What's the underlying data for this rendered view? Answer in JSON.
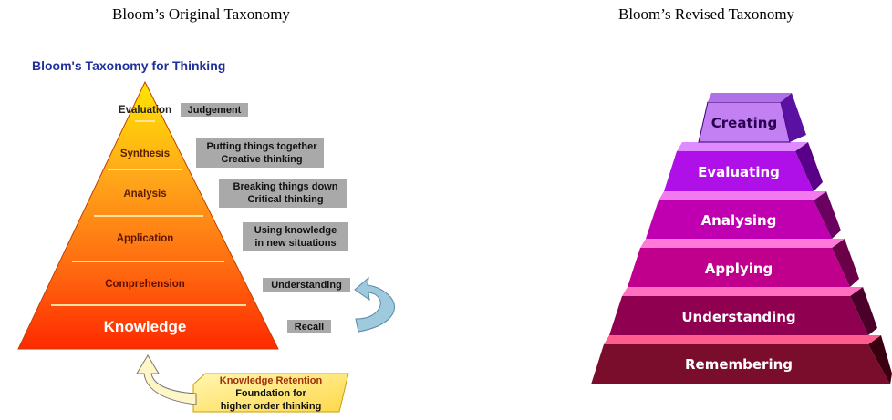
{
  "headings": {
    "left": "Bloom’s Original Taxonomy",
    "right": "Bloom’s Revised Taxonomy"
  },
  "original": {
    "title": "Bloom's Taxonomy for Thinking",
    "levels": [
      {
        "name": "Evaluation",
        "desc": [
          "Judgement"
        ]
      },
      {
        "name": "Synthesis",
        "desc": [
          "Putting things together",
          "Creative thinking"
        ]
      },
      {
        "name": "Analysis",
        "desc": [
          "Breaking things down",
          "Critical thinking"
        ]
      },
      {
        "name": "Application",
        "desc": [
          "Using knowledge",
          "in new situations"
        ]
      },
      {
        "name": "Comprehension",
        "desc": [
          "Understanding"
        ]
      },
      {
        "name": "Knowledge",
        "desc": [
          "Recall"
        ]
      }
    ],
    "retention": [
      "Knowledge Retention",
      "Foundation for",
      "higher order thinking"
    ]
  },
  "revised": {
    "levels": [
      "Creating",
      "Evaluating",
      "Analysing",
      "Applying",
      "Understanding",
      "Remembering"
    ]
  },
  "colors": {
    "title_blue": "#1f2f9c",
    "label_box": "#a9a9a9",
    "arrow_blue": "#9fc9dc"
  }
}
